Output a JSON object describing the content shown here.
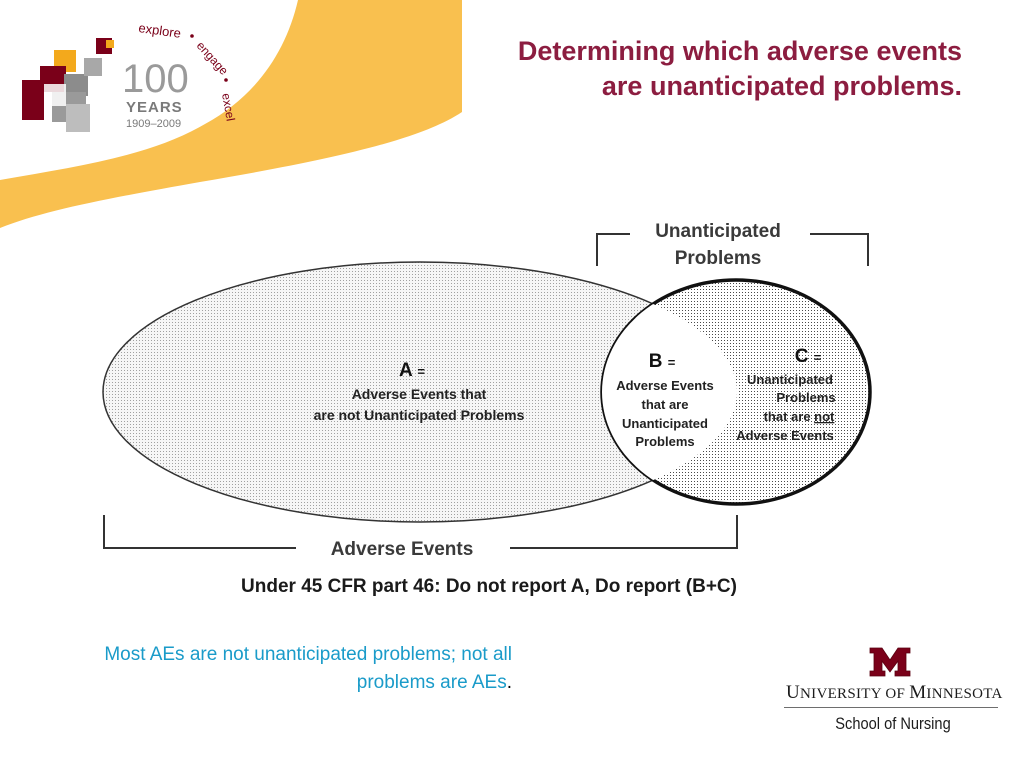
{
  "title": "Determining which adverse events are unanticipated problems.",
  "logo_100": {
    "number": "100",
    "years": "YEARS",
    "span": "1909–2009",
    "arc_words": [
      "explore",
      "engage",
      "excel"
    ]
  },
  "diagram": {
    "bracket_top_label_line1": "Unanticipated",
    "bracket_top_label_line2": "Problems",
    "region_a": {
      "letter": "A",
      "eq": "=",
      "line1": "Adverse Events that",
      "line2": "are not Unanticipated Problems"
    },
    "region_b": {
      "letter": "B",
      "eq": "=",
      "line1": "Adverse Events",
      "line2": "that are",
      "line3": "Unanticipated",
      "line4": "Problems"
    },
    "region_c": {
      "letter": "C",
      "eq": "=",
      "line1": "Unanticipated",
      "line2": "Problems",
      "line3_pre": "that are ",
      "line3_emph": "not",
      "line4": "Adverse Events"
    },
    "bracket_bottom_label": "Adverse Events",
    "rule_statement": "Under 45 CFR part 46: Do not report A, Do report  (B+C)"
  },
  "note": {
    "text": "Most AEs are not unanticipated problems; not all problems are AEs",
    "end": "."
  },
  "umn_logo": {
    "name_u": "U",
    "name_rest1": "NIVERSITY OF ",
    "name_m": "M",
    "name_rest2": "INNESOTA",
    "school": "School of Nursing"
  },
  "colors": {
    "title": "#8c1d40",
    "note": "#1a9bc9",
    "maroon": "#7a0019",
    "gold": "#ffbf3f"
  }
}
